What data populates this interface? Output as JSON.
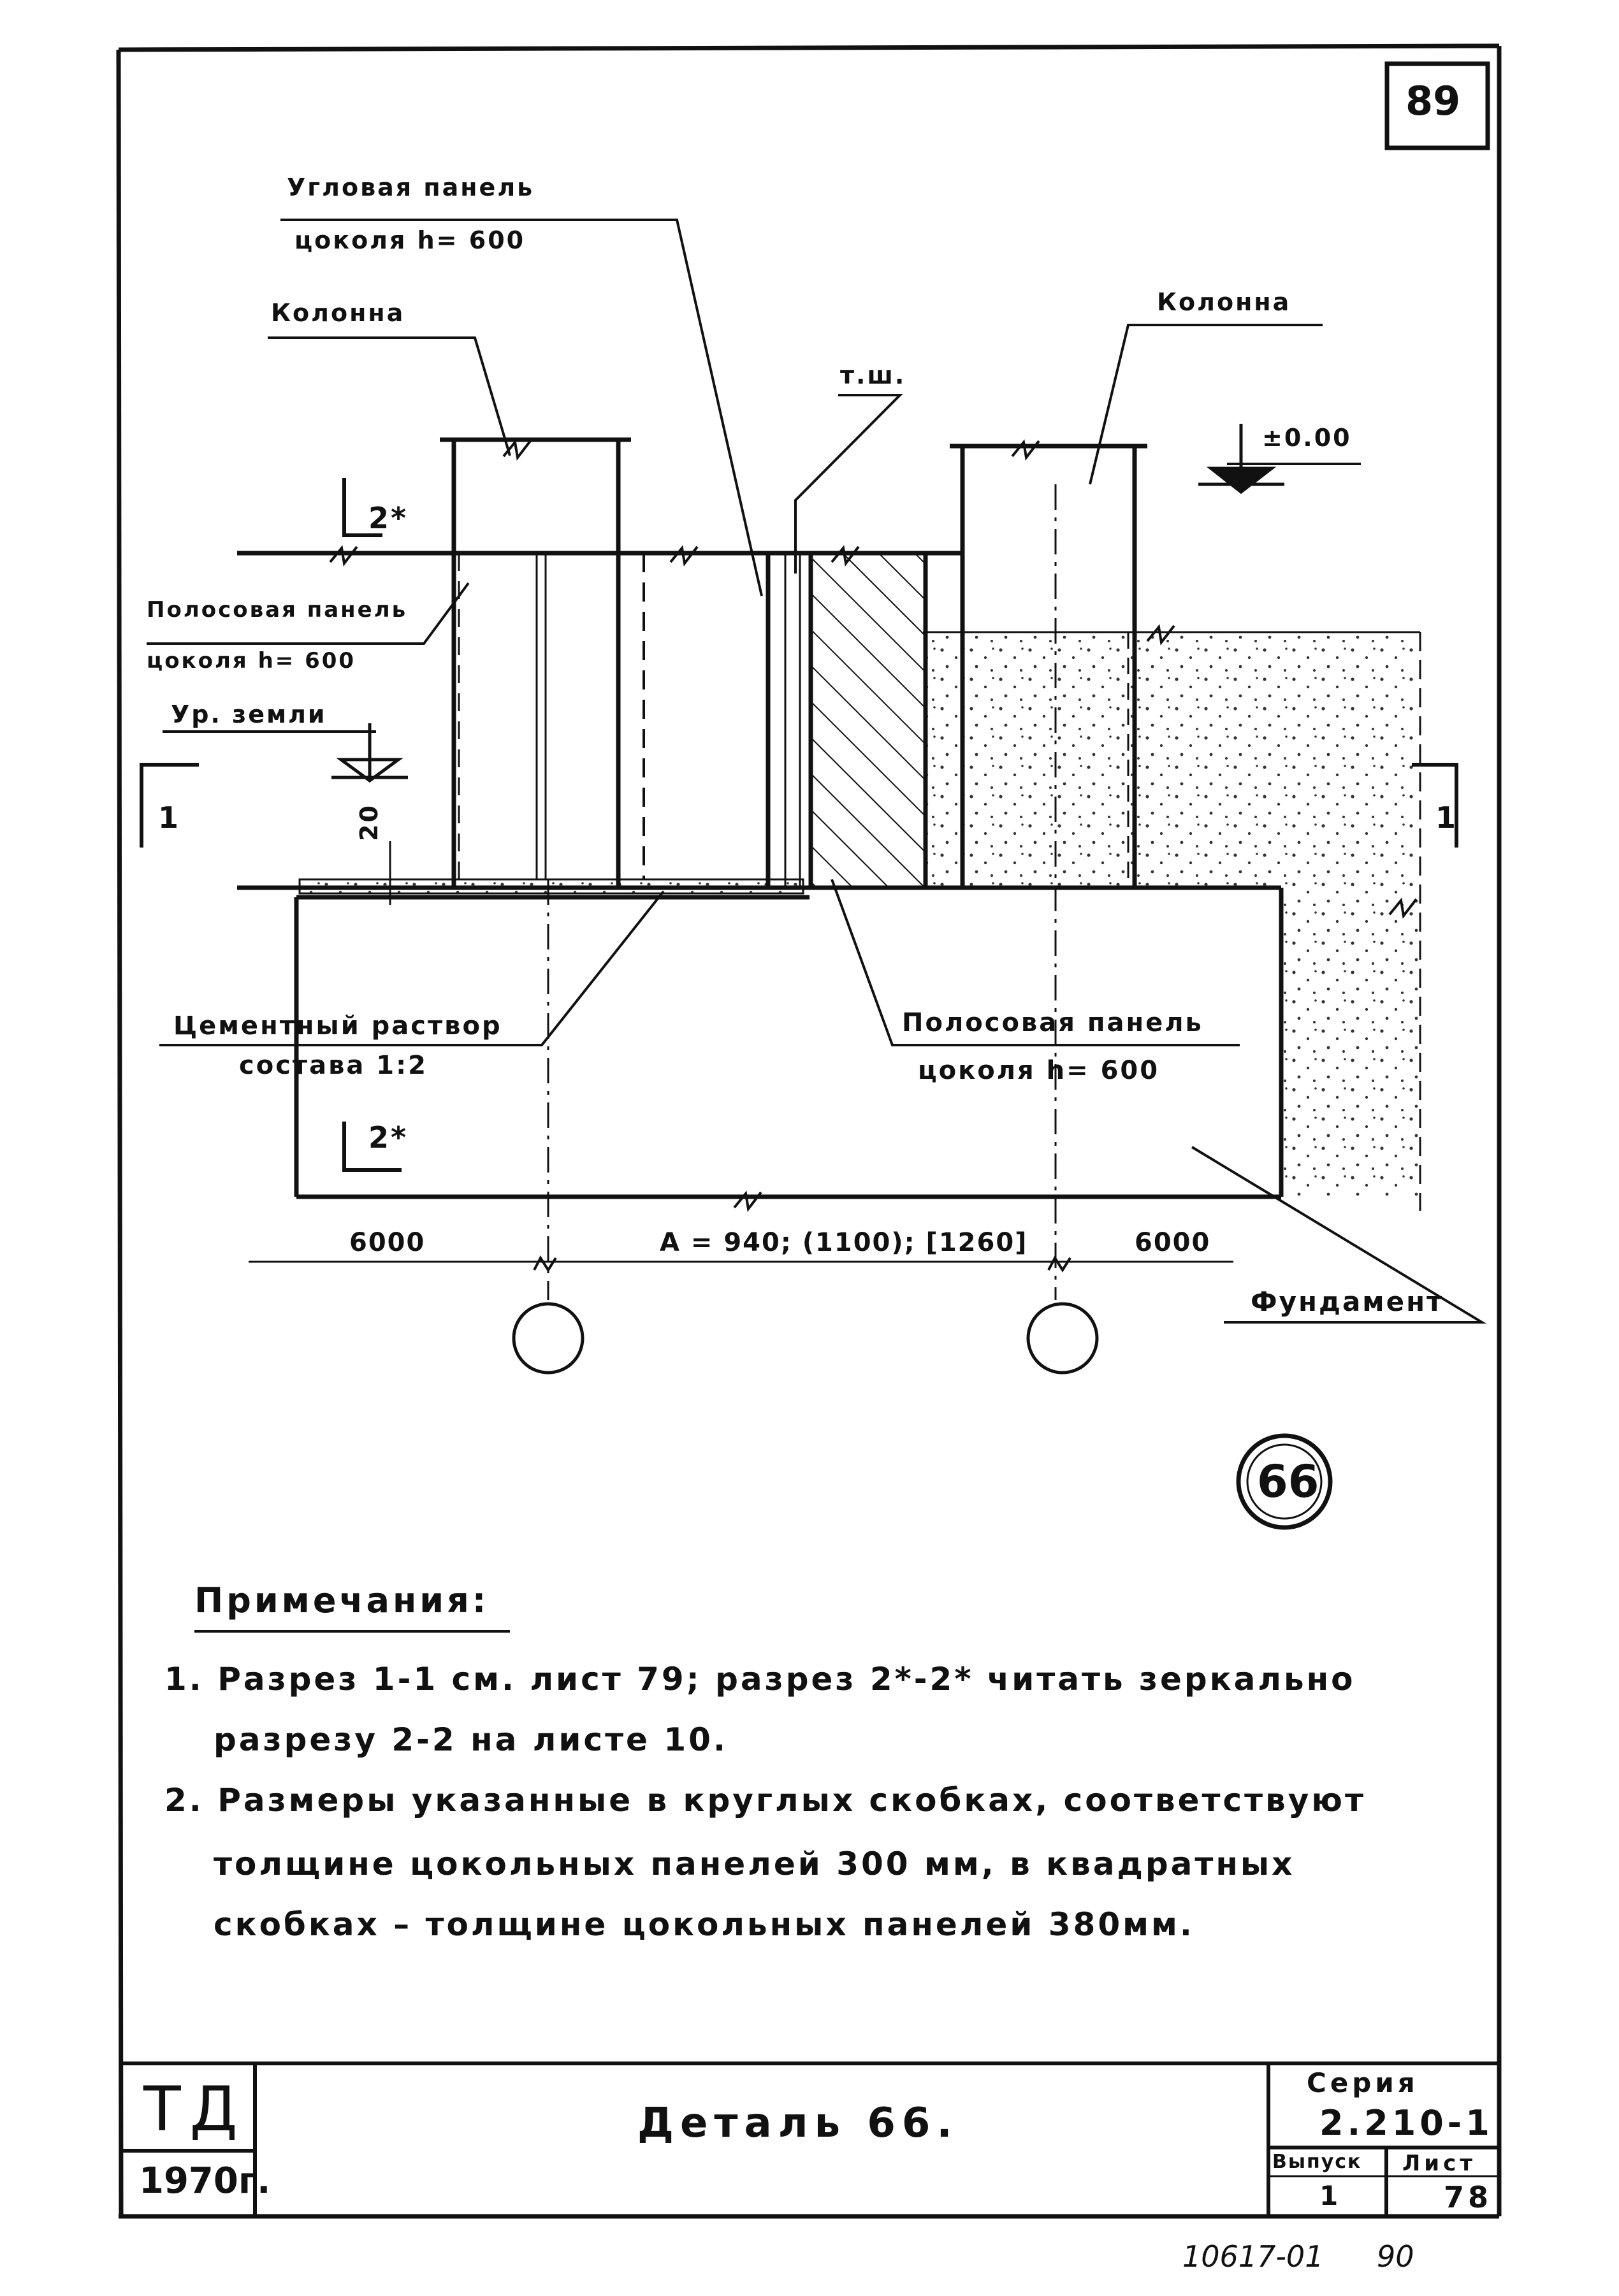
{
  "sheet_number": "89",
  "drawing": {
    "labels": {
      "corner_panel_1": "Угловая панель",
      "corner_panel_2": "цоколя   h= 600",
      "column_left": "Колонна",
      "column_right": "Колонна",
      "tsh": "т.ш.",
      "elevation": "±0.00",
      "strip_panel_left_1": "Полосовая панель",
      "strip_panel_left_2": "цоколя  h= 600",
      "ground_level": "Ур. земли",
      "dim_20": "20",
      "cement_1": "Цементный раствор",
      "cement_2": "состава  1:2",
      "strip_panel_right_1": "Полосовая панель",
      "strip_panel_right_2": "цоколя   h= 600",
      "foundation": "Фундамент",
      "section_2x_top": "2*",
      "section_2x_bottom": "2*",
      "section_1_left": "1",
      "section_1_right": "1"
    },
    "dimensions": {
      "left": "6000",
      "middle": "А = 940; (1100); [1260]",
      "right": "6000"
    },
    "detail_number": "66"
  },
  "notes": {
    "heading": "Примечания:",
    "items": [
      "1. Разрез  1-1  см. лист 79;  разрез  2*-2*  читать  зеркально",
      "разрезу  2-2   на листе 10.",
      "2. Размеры указанные  в круглых   скобках, соответствуют",
      "толщине   цокольных   панелей  300 мм,  в  квадратных",
      "скобках – толщине  цокольных   панелей  380мм."
    ]
  },
  "title_block": {
    "org": "ТД",
    "year": "1970г.",
    "title": "Деталь 66.",
    "series_label": "Серия",
    "series_value": "2.210-1",
    "issue_label": "Выпуск",
    "issue_value": "1",
    "sheet_label": "Лист",
    "sheet_value": "78"
  },
  "footer": {
    "code": "10617-01",
    "page": "90"
  }
}
